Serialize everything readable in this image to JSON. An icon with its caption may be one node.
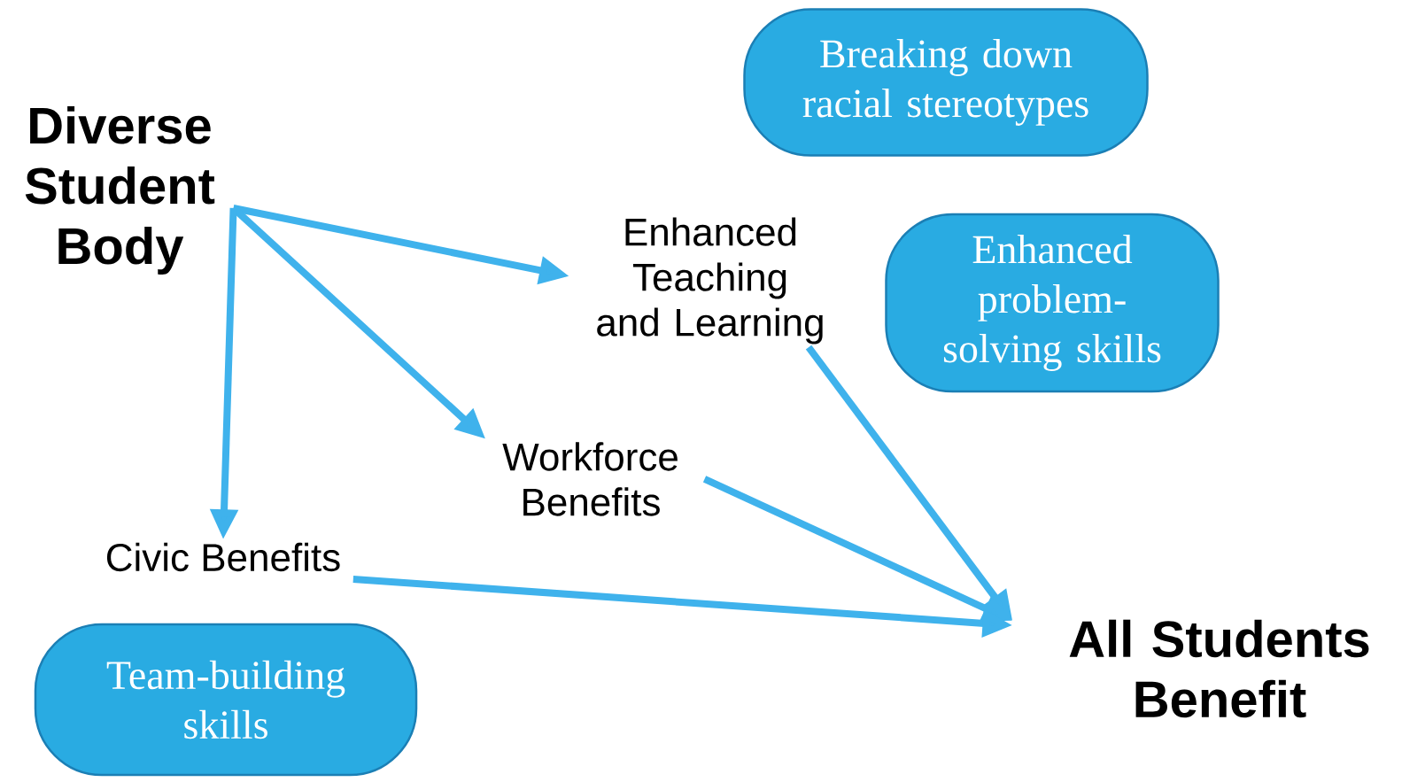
{
  "diagram": {
    "nodes": [
      {
        "text": [
          "Diverse Student Body"
        ]
      },
      {
        "text": [
          "Enhanced Teaching and Learning"
        ]
      },
      {
        "text": [
          "Workforce Benefits"
        ]
      },
      {
        "text": [
          "Civic Benefits"
        ]
      },
      {
        "text": [
          "All Students Benefit"
        ]
      },
      {
        "text": [
          "Breaking down racial stereotypes"
        ]
      },
      {
        "text": [
          "Enhanced problem-solving skills"
        ]
      },
      {
        "text": [
          "Team-building skills"
        ]
      }
    ],
    "edges": [
      {
        "from": 0,
        "to": 1,
        "arrow": "to"
      },
      {
        "from": 0,
        "to": 2,
        "arrow": "to"
      },
      {
        "from": 0,
        "to": 3,
        "arrow": "to"
      },
      {
        "from": 1,
        "to": 4,
        "arrow": "to"
      },
      {
        "from": 2,
        "to": 4,
        "arrow": "to"
      },
      {
        "from": 3,
        "to": 4,
        "arrow": "to"
      }
    ]
  }
}
